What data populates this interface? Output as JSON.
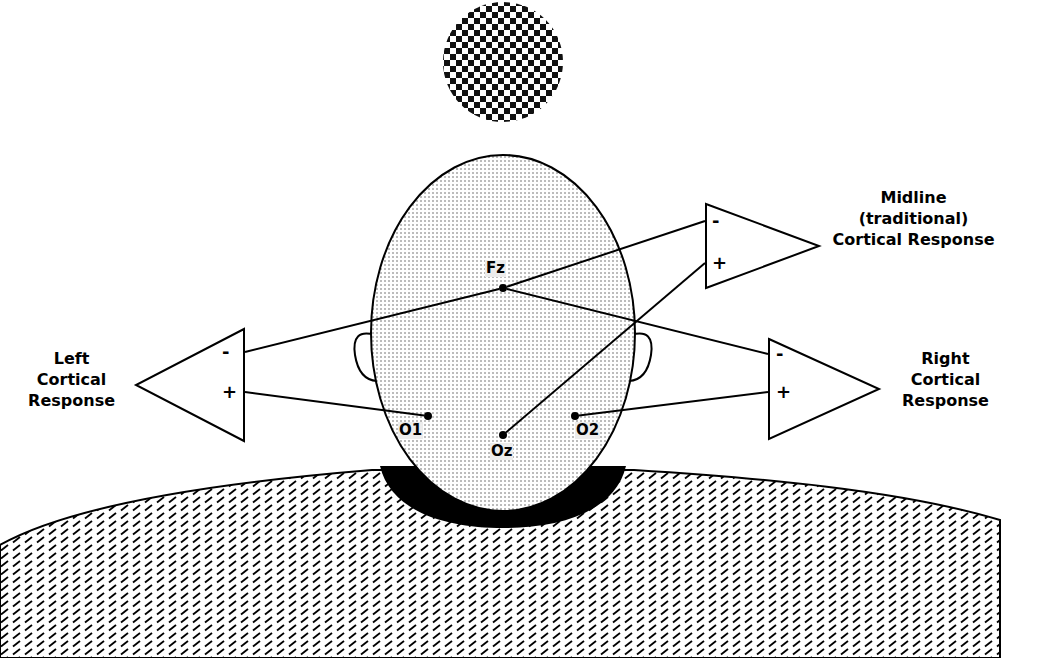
{
  "diagram": {
    "nodes": [
      {
        "text": [
          "Midline (traditional) Cortical Response",
          "-",
          "+"
        ]
      },
      {
        "text": [
          "Fz"
        ]
      },
      {
        "text": [
          "Left Cortical Response",
          "-",
          "+"
        ]
      },
      {
        "text": [
          "Right Cortical Response",
          "-",
          "+"
        ]
      },
      {
        "text": [
          "O1"
        ]
      },
      {
        "text": [
          "Oz"
        ]
      },
      {
        "text": [
          "O2"
        ]
      }
    ],
    "edges": [
      {
        "from": 1,
        "to": 2,
        "arrow": "none"
      },
      {
        "from": 1,
        "to": 0,
        "arrow": "none"
      },
      {
        "from": 1,
        "to": 3,
        "arrow": "none"
      },
      {
        "from": 4,
        "to": 2,
        "arrow": "none"
      },
      {
        "from": 5,
        "to": 0,
        "arrow": "none"
      },
      {
        "from": 6,
        "to": 3,
        "arrow": "none"
      }
    ]
  }
}
